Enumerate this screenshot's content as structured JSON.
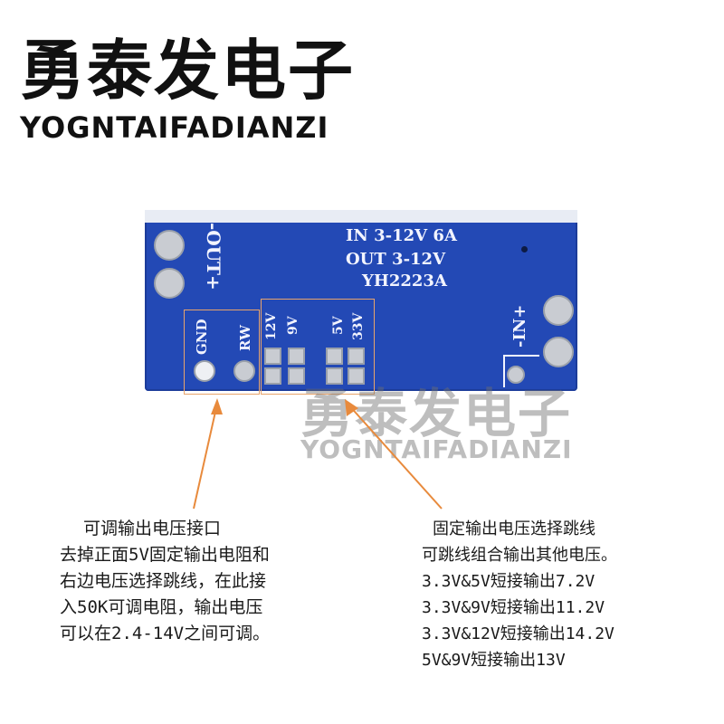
{
  "brand": {
    "name_cn": "勇泰发电子",
    "name_en": "YOGNTAIFADIANZI"
  },
  "watermark": {
    "name_cn": "勇泰发电子",
    "name_en": "YOGNTAIFADIANZI"
  },
  "pcb": {
    "color": "#2349b5",
    "spec_line_1": "IN 3-12V 6A",
    "spec_line_2": "OUT 3-12V",
    "model": "YH2223A",
    "out_label": "-OUT+",
    "in_label": "-IN+",
    "gnd_label": "GND",
    "rw_label": "RW",
    "jumper_labels": [
      "12V",
      "9V",
      "5V",
      "33V"
    ]
  },
  "notes": {
    "left": [
      "可调输出电压接口",
      "去掉正面5V固定输出电阻和",
      "右边电压选择跳线，在此接",
      "入50K可调电阻，输出电压",
      "可以在2.4-14V之间可调。"
    ],
    "right": [
      "固定输出电压选择跳线",
      "可跳线组合输出其他电压。",
      "3.3V&5V短接输出7.2V",
      "3.3V&9V短接输出11.2V",
      "3.3V&12V短接输出14.2V",
      "5V&9V短接输出13V"
    ]
  },
  "colors": {
    "arrow": "#e88a3c"
  }
}
